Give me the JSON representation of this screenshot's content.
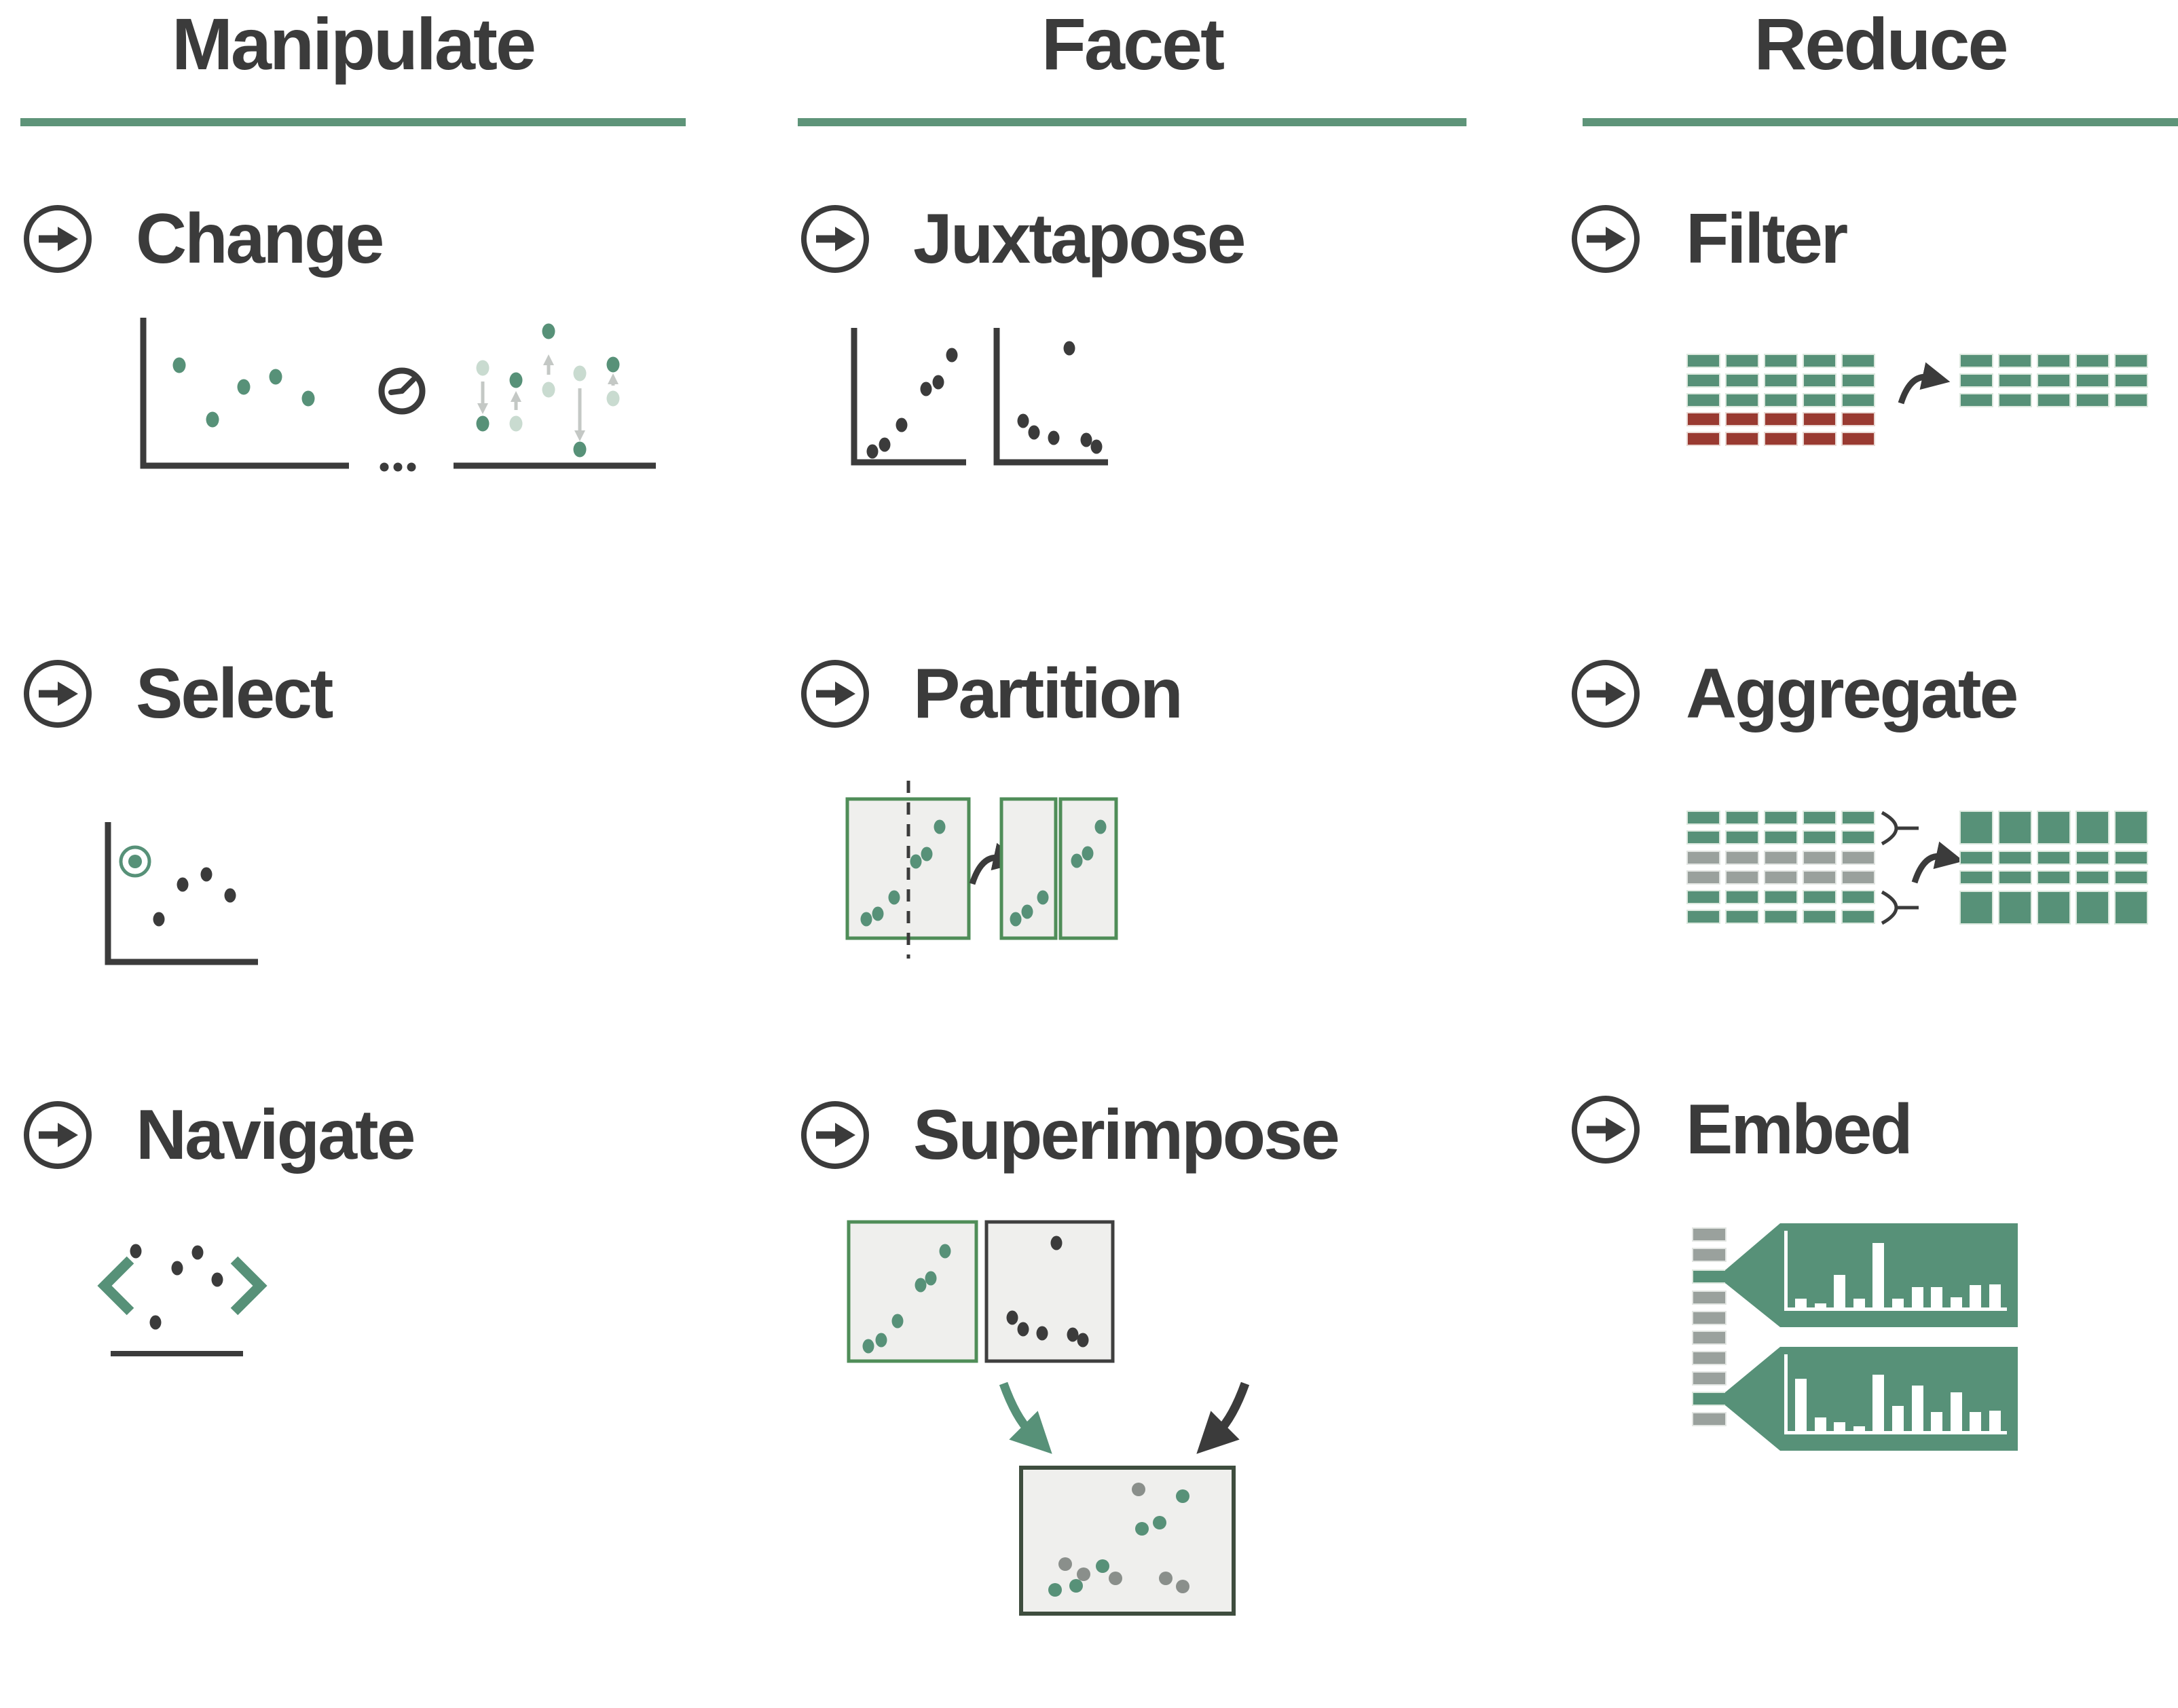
{
  "columns": [
    {
      "title": "Manipulate",
      "items": [
        {
          "label": "Change"
        },
        {
          "label": "Select"
        },
        {
          "label": "Navigate"
        }
      ]
    },
    {
      "title": "Facet",
      "items": [
        {
          "label": "Juxtapose"
        },
        {
          "label": "Partition"
        },
        {
          "label": "Superimpose"
        }
      ]
    },
    {
      "title": "Reduce",
      "items": [
        {
          "label": "Filter"
        },
        {
          "label": "Aggregate"
        },
        {
          "label": "Embed"
        }
      ]
    }
  ],
  "colors": {
    "ink": "#3b3b3b",
    "green": "#579178",
    "light-green": "#c9dbd0",
    "red": "#993a31",
    "gray-cell": "#9aa19d",
    "gray-dot": "#8a8f8b",
    "arrow-gray": "#c4c8c5",
    "panel": "#efefed",
    "panel-green-border": "#4f8d58",
    "panel-dark-border": "#3e4d3e",
    "underline": "#5e9479",
    "white": "#ffffff"
  },
  "icons": {
    "go-arrow-icon": "right arrow in circle",
    "clock-icon": "clock face",
    "ellipsis-icon": "...",
    "chevron-left-icon": "<",
    "chevron-right-icon": ">"
  }
}
